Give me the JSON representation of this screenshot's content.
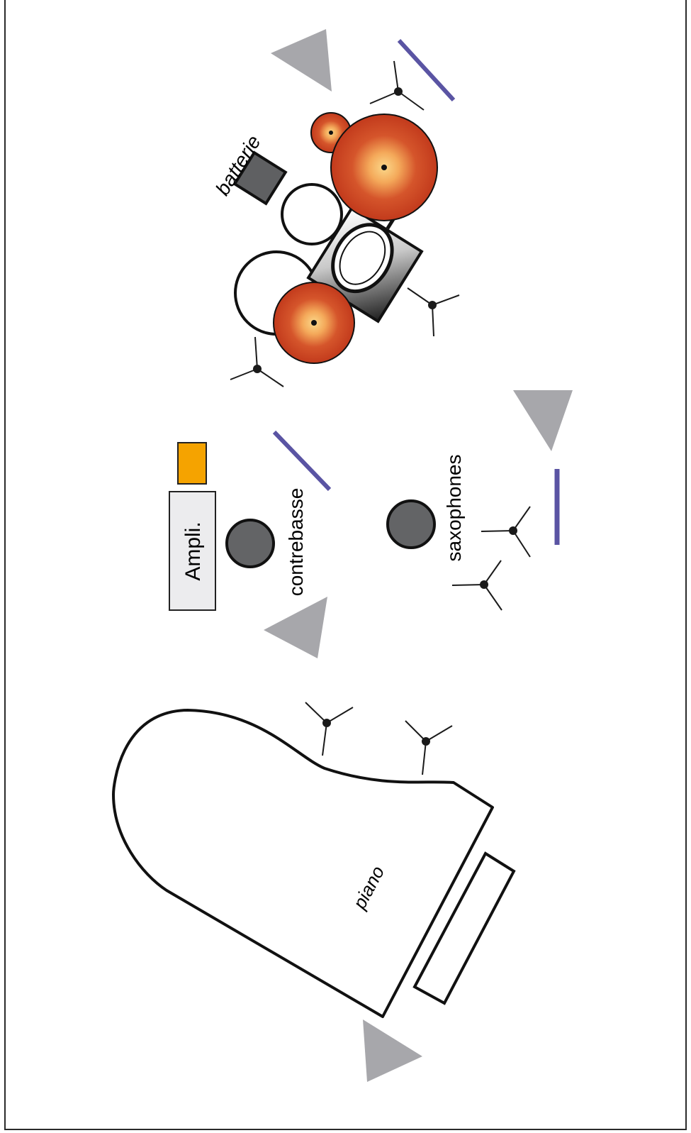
{
  "labels": {
    "piano": "piano",
    "amp": "Ampli.",
    "contrebasse": "contrebasse",
    "saxophones": "saxophones",
    "batterie": "batterie"
  },
  "colors": {
    "frame": "#2b2b2b",
    "monitor": "#a7a7ab",
    "gobo": "#5a54a3",
    "stand": "#1a1a1a",
    "seat": "#636466",
    "amp_head": "#f5a300",
    "amp_box": "#ececee",
    "cymbal_outer": "#c9401f",
    "cymbal_inner": "#f7c16b",
    "throne": "#5f6062"
  },
  "icons": {
    "monitor": "stage-monitor-icon",
    "microphone": "microphone-stand-icon",
    "gobo": "acoustic-panel-icon"
  }
}
